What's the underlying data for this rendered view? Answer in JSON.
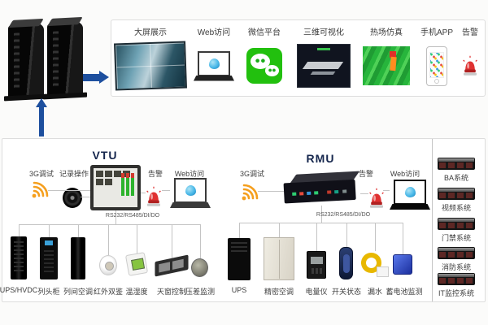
{
  "colors": {
    "arrow_blue": "#1d4f9e",
    "wifi_orange": "#f59f1e",
    "siren_red": "#e03131",
    "wechat_green": "#22c00e",
    "title_navy": "#15264d",
    "connector_gray": "#c4c4c4"
  },
  "top_panel": {
    "items": [
      {
        "label": "大屏展示",
        "icon": "video-wall-icon"
      },
      {
        "label": "Web访问",
        "icon": "laptop-icon"
      },
      {
        "label": "微信平台",
        "icon": "wechat-icon"
      },
      {
        "label": "三维可视化",
        "icon": "3d-visualization-icon"
      },
      {
        "label": "热场仿真",
        "icon": "thermal-simulation-icon"
      },
      {
        "label": "手机APP",
        "icon": "smartphone-icon"
      },
      {
        "label": "告警",
        "icon": "alarm-siren-icon"
      }
    ]
  },
  "vtu": {
    "title": "VTU",
    "wireless_label": "3G调试",
    "record_label": "记录操作",
    "alarm_label": "告警",
    "web_label": "Web访问",
    "bus_label": "RS232/RS485/DI/DO",
    "devices": [
      {
        "label": "UPS/HVDC"
      },
      {
        "label": "列头柜"
      },
      {
        "label": "列间空调"
      },
      {
        "label": "红外双鉴"
      },
      {
        "label": "温湿度"
      },
      {
        "label": "天窗控制"
      },
      {
        "label": "压差监测"
      }
    ]
  },
  "rmu": {
    "title": "RMU",
    "wireless_label": "3G调试",
    "alarm_label": "告警",
    "web_label": "Web访问",
    "bus_label": "RS232/RS485/DI/DO",
    "devices": [
      {
        "label": "UPS"
      },
      {
        "label": "精密空调"
      },
      {
        "label": "电量仪"
      },
      {
        "label": "开关状态"
      },
      {
        "label": "漏水"
      },
      {
        "label": "蓄电池监测"
      }
    ]
  },
  "subsystems": {
    "items": [
      {
        "label": "BA系统"
      },
      {
        "label": "视频系统"
      },
      {
        "label": "门禁系统"
      },
      {
        "label": "消防系统"
      },
      {
        "label": "IT监控系统"
      }
    ]
  }
}
